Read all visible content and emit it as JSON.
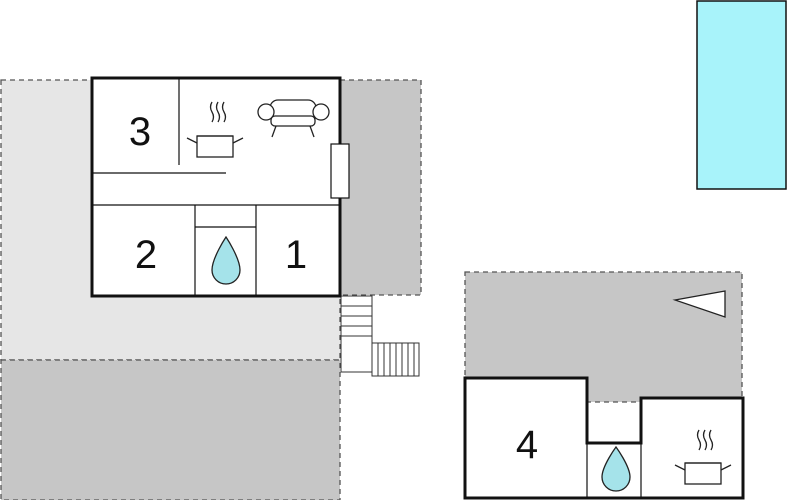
{
  "floorplan": {
    "rooms": [
      {
        "id": "room-3",
        "label": "3"
      },
      {
        "id": "room-2",
        "label": "2"
      },
      {
        "id": "room-1",
        "label": "1"
      },
      {
        "id": "room-4",
        "label": "4"
      }
    ],
    "icons": {
      "kitchen": "cooking-pot-icon",
      "living": "sofa-icon",
      "bathroom": "water-drop-icon",
      "pool": "swimming-pool",
      "deck": "deck-chair-icon",
      "stairs": "stairs"
    },
    "colors": {
      "wall": "#111111",
      "terrace_dark": "#c6c6c6",
      "terrace_light": "#e6e6e6",
      "pool": "#a8f3fa",
      "water_drop": "#a5e3ea"
    }
  }
}
